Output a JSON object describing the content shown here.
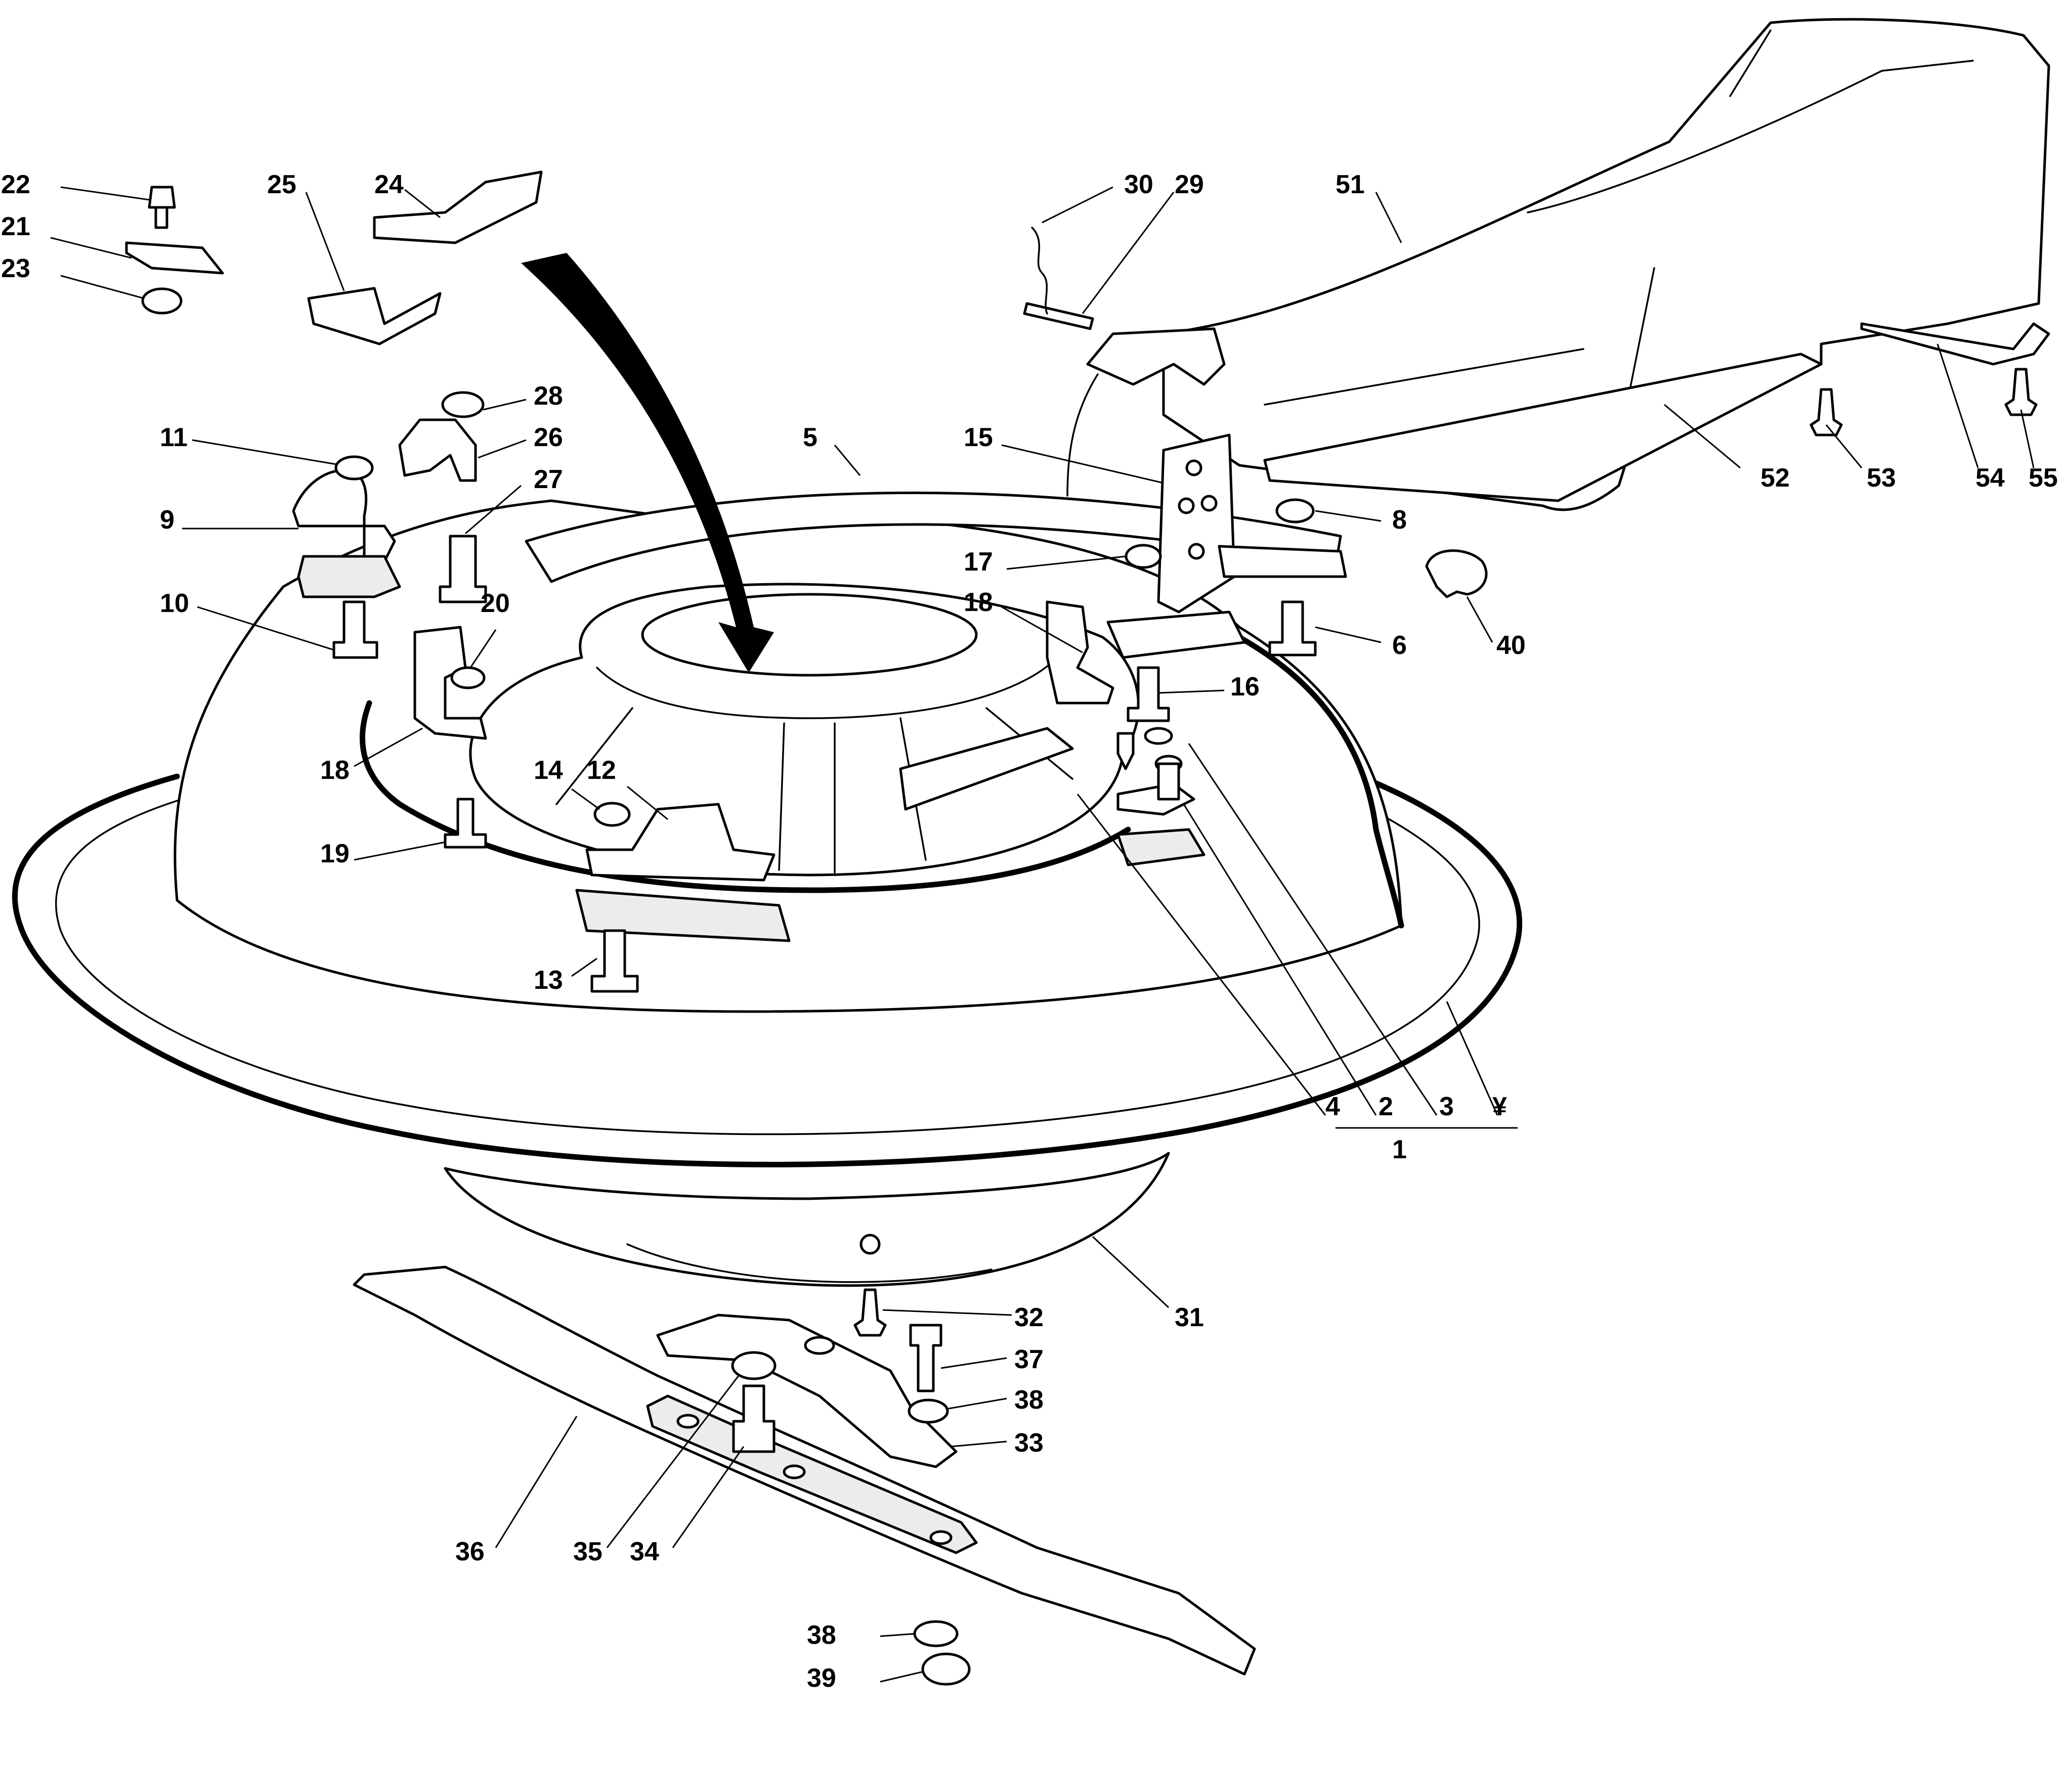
{
  "diagram": {
    "callouts": [
      {
        "id": "c22",
        "label": "22"
      },
      {
        "id": "c21",
        "label": "21"
      },
      {
        "id": "c23",
        "label": "23"
      },
      {
        "id": "c25",
        "label": "25"
      },
      {
        "id": "c24",
        "label": "24"
      },
      {
        "id": "c30",
        "label": "30"
      },
      {
        "id": "c29",
        "label": "29"
      },
      {
        "id": "c51",
        "label": "51"
      },
      {
        "id": "c28",
        "label": "28"
      },
      {
        "id": "c26",
        "label": "26"
      },
      {
        "id": "c27",
        "label": "27"
      },
      {
        "id": "c11",
        "label": "11"
      },
      {
        "id": "c9",
        "label": "9"
      },
      {
        "id": "c5",
        "label": "5"
      },
      {
        "id": "c15",
        "label": "15"
      },
      {
        "id": "c8",
        "label": "8"
      },
      {
        "id": "c17",
        "label": "17"
      },
      {
        "id": "c18a",
        "label": "18"
      },
      {
        "id": "c10",
        "label": "10"
      },
      {
        "id": "c20",
        "label": "20"
      },
      {
        "id": "c6",
        "label": "6"
      },
      {
        "id": "c40",
        "label": "40"
      },
      {
        "id": "c16",
        "label": "16"
      },
      {
        "id": "c18b",
        "label": "18"
      },
      {
        "id": "c14",
        "label": "14"
      },
      {
        "id": "c12",
        "label": "12"
      },
      {
        "id": "c19",
        "label": "19"
      },
      {
        "id": "c13",
        "label": "13"
      },
      {
        "id": "c52",
        "label": "52"
      },
      {
        "id": "c53",
        "label": "53"
      },
      {
        "id": "c54",
        "label": "54"
      },
      {
        "id": "c55",
        "label": "55"
      },
      {
        "id": "c4",
        "label": "4"
      },
      {
        "id": "c2",
        "label": "2"
      },
      {
        "id": "c3",
        "label": "3"
      },
      {
        "id": "cY",
        "label": "¥"
      },
      {
        "id": "c1",
        "label": "1"
      },
      {
        "id": "c31",
        "label": "31"
      },
      {
        "id": "c32",
        "label": "32"
      },
      {
        "id": "c37",
        "label": "37"
      },
      {
        "id": "c38a",
        "label": "38"
      },
      {
        "id": "c33",
        "label": "33"
      },
      {
        "id": "c36",
        "label": "36"
      },
      {
        "id": "c35",
        "label": "35"
      },
      {
        "id": "c34",
        "label": "34"
      },
      {
        "id": "c38b",
        "label": "38"
      },
      {
        "id": "c39",
        "label": "39"
      }
    ]
  }
}
